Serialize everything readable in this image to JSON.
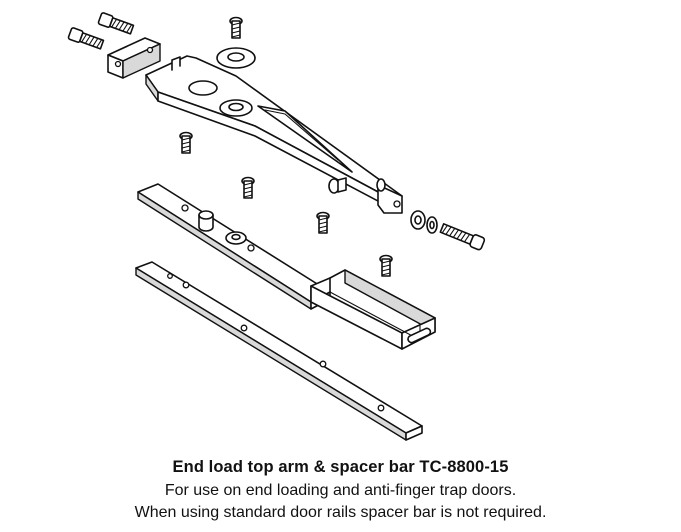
{
  "caption": {
    "title": "End load top arm & spacer bar TC-8800-15",
    "line1": "For use on end loading and anti-finger trap doors.",
    "line2": "When using standard door rails spacer bar is not required."
  },
  "colors": {
    "line": "#111111",
    "fill": "#ffffff",
    "shade": "#d9d9d9"
  }
}
